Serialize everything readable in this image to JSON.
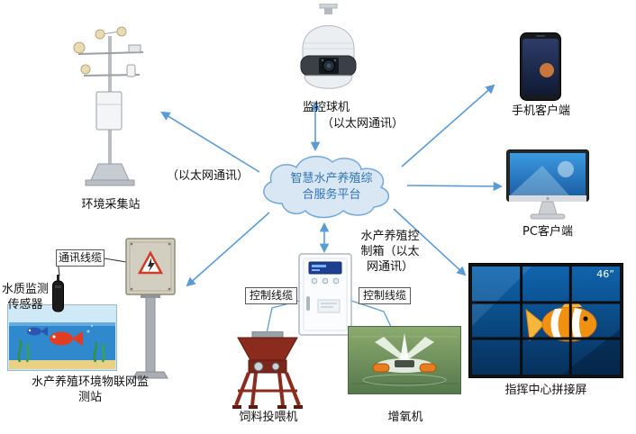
{
  "platform": {
    "label": "智慧水产养殖综合服务平台"
  },
  "nodes": {
    "env_station": {
      "label": "环境采集站"
    },
    "camera": {
      "label": "监控球机",
      "link": "（以太网通讯）"
    },
    "phone": {
      "label": "手机客户端"
    },
    "pc": {
      "label": "PC客户端"
    },
    "video_wall": {
      "label": "指挥中心拼接屏",
      "size": "46”"
    },
    "control_box": {
      "label": "水产养殖控制箱（以太网通讯）"
    },
    "feeder": {
      "label": "饲料投喂机"
    },
    "aerator": {
      "label": "增氧机"
    },
    "iot_station": {
      "label": "水产养殖环境物联网监测站"
    },
    "water_sensor": {
      "label": "水质监测传感器"
    }
  },
  "cables": {
    "ethernet_left": {
      "label": "（以太网通讯）"
    },
    "comm_cable": {
      "label": "通讯线缆"
    },
    "control_cable_left": {
      "label": "控制线缆"
    },
    "control_cable_right": {
      "label": "控制线缆"
    }
  },
  "colors": {
    "arrow": "#5B9BD5",
    "cloud_fill": "#D9E7F5",
    "cloud_stroke": "#74A9D8",
    "cloud_text": "#2E74B5"
  }
}
